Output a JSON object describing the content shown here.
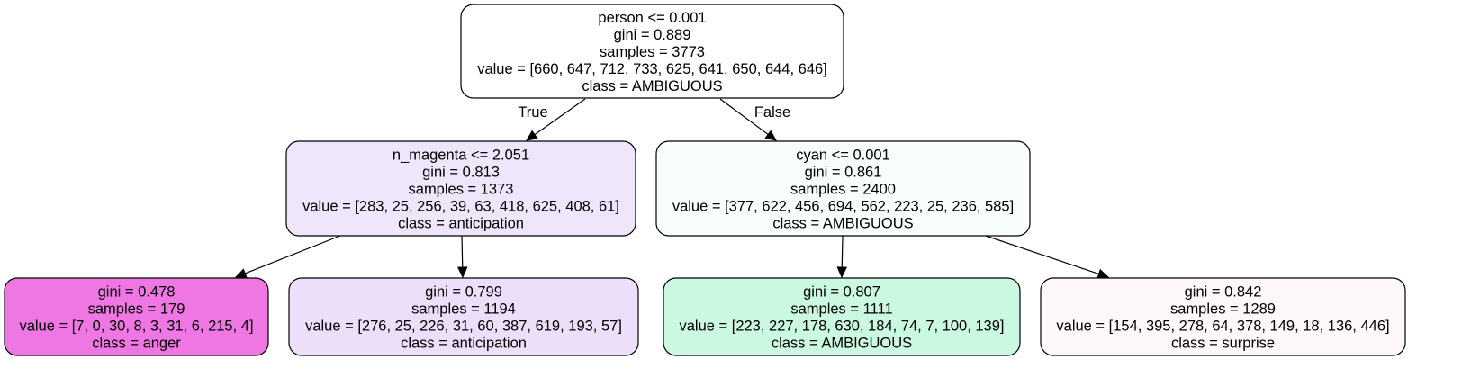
{
  "nodes": [
    {
      "id": "root",
      "fill": "#ffffff",
      "lines": [
        "person <= 0.001",
        "gini = 0.889",
        "samples = 3773",
        "value = [660, 647, 712, 733, 625, 641, 650, 644, 646]",
        "class = AMBIGUOUS"
      ]
    },
    {
      "id": "left",
      "fill": "#f0e6fb",
      "lines": [
        "n_magenta <= 2.051",
        "gini = 0.813",
        "samples = 1373",
        "value = [283, 25, 256, 39, 63, 418, 625, 408, 61]",
        "class = anticipation"
      ]
    },
    {
      "id": "right",
      "fill": "#f8fefc",
      "lines": [
        "cyan <= 0.001",
        "gini = 0.861",
        "samples = 2400",
        "value = [377, 622, 456, 694, 562, 223, 25, 236, 585]",
        "class = AMBIGUOUS"
      ]
    },
    {
      "id": "ll",
      "fill": "#ef77e4",
      "lines": [
        "gini = 0.478",
        "samples = 179",
        "value = [7, 0, 30, 8, 3, 31, 6, 215, 4]",
        "class = anger"
      ]
    },
    {
      "id": "lr",
      "fill": "#eddff9",
      "lines": [
        "gini = 0.799",
        "samples = 1194",
        "value = [276, 25, 226, 31, 60, 387, 619, 193, 57]",
        "class = anticipation"
      ]
    },
    {
      "id": "rl",
      "fill": "#cbf8e1",
      "lines": [
        "gini = 0.807",
        "samples = 1111",
        "value = [223, 227, 178, 630, 184, 74, 7, 100, 139]",
        "class = AMBIGUOUS"
      ]
    },
    {
      "id": "rr",
      "fill": "#fef8f9",
      "lines": [
        "gini = 0.842",
        "samples = 1289",
        "value = [154, 395, 278, 64, 378, 149, 18, 136, 446]",
        "class = surprise"
      ]
    }
  ],
  "edges": [
    {
      "from": "root",
      "to": "left",
      "label": "True"
    },
    {
      "from": "root",
      "to": "right",
      "label": "False"
    },
    {
      "from": "left",
      "to": "ll",
      "label": ""
    },
    {
      "from": "left",
      "to": "lr",
      "label": ""
    },
    {
      "from": "right",
      "to": "rl",
      "label": ""
    },
    {
      "from": "right",
      "to": "rr",
      "label": ""
    }
  ]
}
